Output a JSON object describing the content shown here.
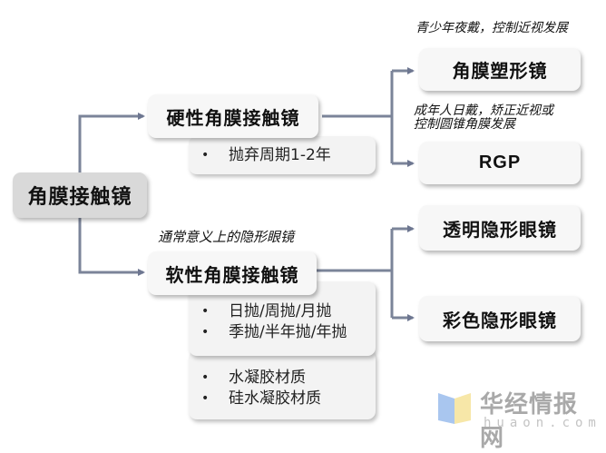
{
  "diagram": {
    "root": {
      "label": "角膜接触镜"
    },
    "branches": [
      {
        "label": "硬性角膜接触镜",
        "details": [
          [
            "抛弃周期1-2年"
          ]
        ],
        "children": [
          {
            "label": "角膜塑形镜",
            "note": "青少年夜戴，控制近视发展"
          },
          {
            "label": "RGP",
            "note": "成年人日戴，矫正近视或\n控制圆锥角膜发展"
          }
        ]
      },
      {
        "label": "软性角膜接触镜",
        "note": "通常意义上的隐形眼镜",
        "details": [
          [
            "日抛/周抛/月抛",
            "季抛/半年抛/年抛"
          ],
          [
            "水凝胶材质",
            "硅水凝胶材质"
          ]
        ],
        "children": [
          {
            "label": "透明隐形眼镜"
          },
          {
            "label": "彩色隐形眼镜"
          }
        ]
      }
    ],
    "bullet": "•",
    "connector_color": "#7b8499"
  },
  "watermark": {
    "name": "华经情报网",
    "url": "huaon.com"
  }
}
